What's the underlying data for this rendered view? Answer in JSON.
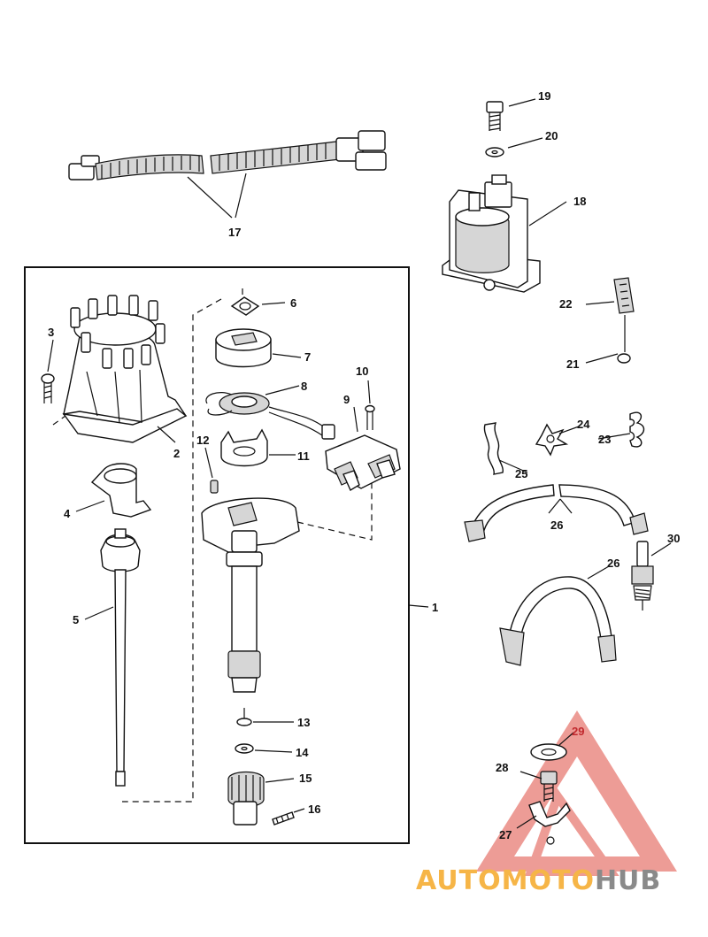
{
  "callouts": {
    "c1": "1",
    "c2": "2",
    "c3": "3",
    "c4": "4",
    "c5": "5",
    "c6": "6",
    "c7": "7",
    "c8": "8",
    "c9": "9",
    "c10": "10",
    "c11": "11",
    "c12": "12",
    "c13": "13",
    "c14": "14",
    "c15": "15",
    "c16": "16",
    "c17": "17",
    "c18": "18",
    "c19": "19",
    "c20": "20",
    "c21": "21",
    "c22": "22",
    "c23": "23",
    "c24": "24",
    "c25": "25",
    "c26a": "26",
    "c26b": "26",
    "c27": "27",
    "c28": "28",
    "c29": "29",
    "c30": "30"
  },
  "watermark": {
    "part1": "AUTOMOTO",
    "part2": "HUB",
    "color_primary": "#f6b547",
    "color_secondary": "#8a8a8a",
    "triangle_color": "#e87b73"
  }
}
